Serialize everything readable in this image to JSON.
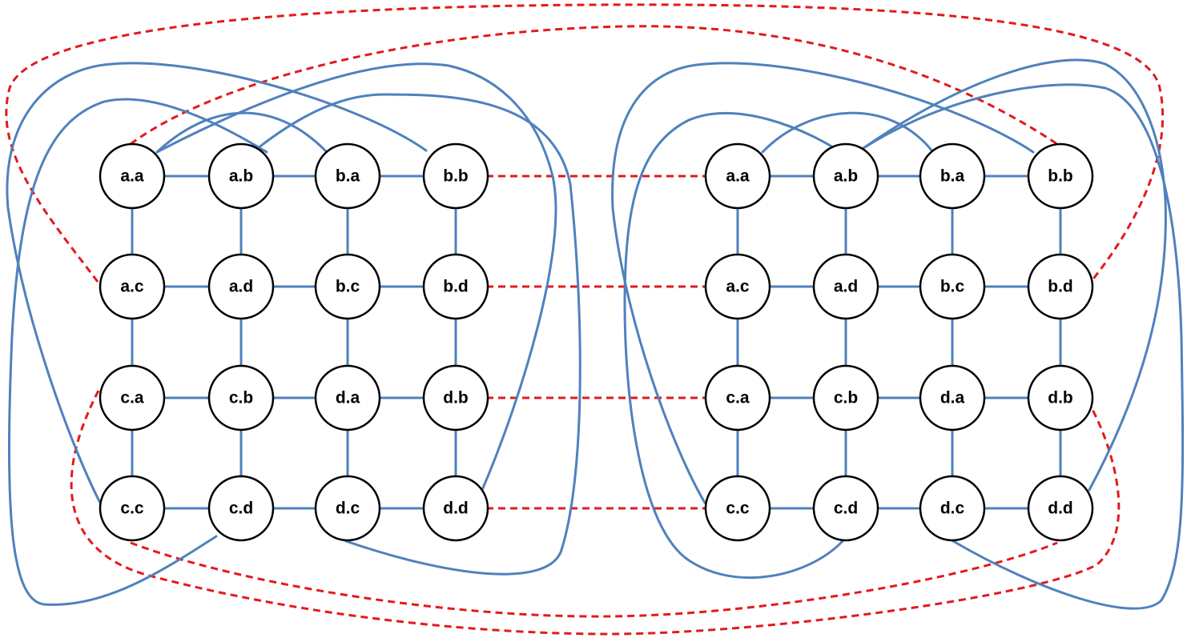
{
  "colors": {
    "blue_edge": "#4F81BD",
    "red_edge": "#E31A1C",
    "node_stroke": "#000000",
    "node_fill": "#ffffff"
  },
  "left_grid": {
    "nodes": [
      [
        "a.a",
        "a.b",
        "b.a",
        "b.b"
      ],
      [
        "a.c",
        "a.d",
        "b.c",
        "b.d"
      ],
      [
        "c.a",
        "c.b",
        "d.a",
        "d.b"
      ],
      [
        "c.c",
        "c.d",
        "d.c",
        "d.d"
      ]
    ]
  },
  "right_grid": {
    "nodes": [
      [
        "a.a",
        "a.b",
        "b.a",
        "b.b"
      ],
      [
        "a.c",
        "a.d",
        "b.c",
        "b.d"
      ],
      [
        "c.a",
        "c.b",
        "d.a",
        "d.b"
      ],
      [
        "c.c",
        "c.d",
        "d.c",
        "d.d"
      ]
    ]
  }
}
